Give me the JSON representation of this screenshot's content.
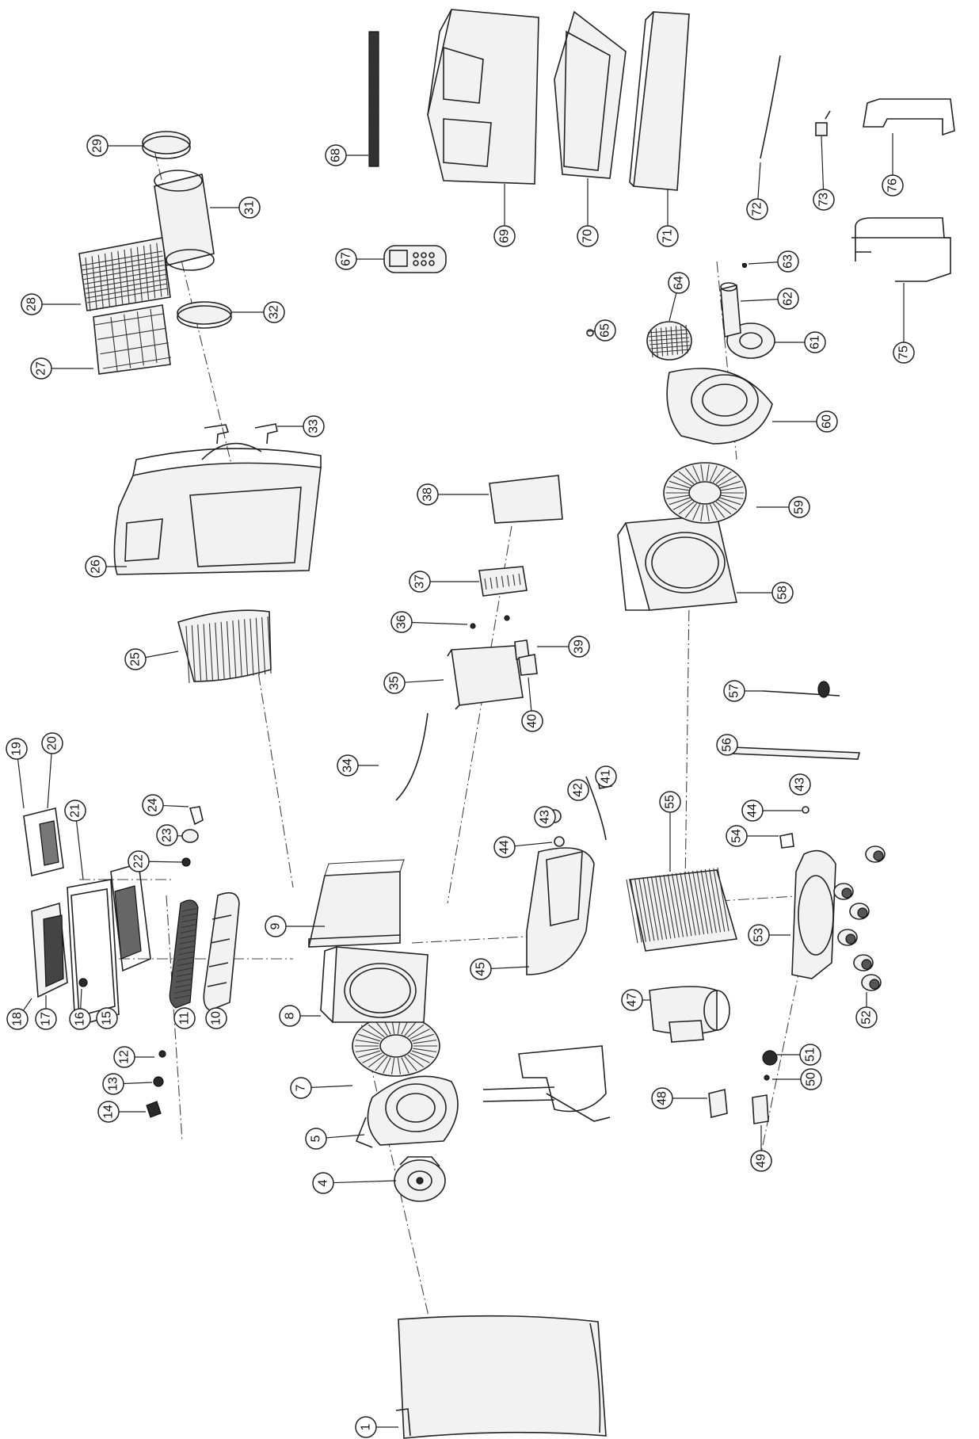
{
  "diagram": {
    "callouts": [
      {
        "id": "1",
        "label": "1"
      },
      {
        "id": "4",
        "label": "4"
      },
      {
        "id": "5",
        "label": "5"
      },
      {
        "id": "7",
        "label": "7"
      },
      {
        "id": "8",
        "label": "8"
      },
      {
        "id": "9",
        "label": "9"
      },
      {
        "id": "10",
        "label": "10"
      },
      {
        "id": "11",
        "label": "11"
      },
      {
        "id": "12",
        "label": "12"
      },
      {
        "id": "13",
        "label": "13"
      },
      {
        "id": "14",
        "label": "14"
      },
      {
        "id": "15",
        "label": "15"
      },
      {
        "id": "16",
        "label": "16"
      },
      {
        "id": "17",
        "label": "17"
      },
      {
        "id": "18",
        "label": "18"
      },
      {
        "id": "19",
        "label": "19"
      },
      {
        "id": "20",
        "label": "20"
      },
      {
        "id": "21",
        "label": "21"
      },
      {
        "id": "22",
        "label": "22"
      },
      {
        "id": "23",
        "label": "23"
      },
      {
        "id": "24",
        "label": "24"
      },
      {
        "id": "25",
        "label": "25"
      },
      {
        "id": "26",
        "label": "26"
      },
      {
        "id": "27",
        "label": "27"
      },
      {
        "id": "28",
        "label": "28"
      },
      {
        "id": "29",
        "label": "29"
      },
      {
        "id": "31",
        "label": "31"
      },
      {
        "id": "32",
        "label": "32"
      },
      {
        "id": "33",
        "label": "33"
      },
      {
        "id": "34",
        "label": "34"
      },
      {
        "id": "35",
        "label": "35"
      },
      {
        "id": "36",
        "label": "36"
      },
      {
        "id": "37",
        "label": "37"
      },
      {
        "id": "38",
        "label": "38"
      },
      {
        "id": "39",
        "label": "39"
      },
      {
        "id": "40",
        "label": "40"
      },
      {
        "id": "41",
        "label": "41"
      },
      {
        "id": "42",
        "label": "42"
      },
      {
        "id": "43a",
        "label": "43"
      },
      {
        "id": "44a",
        "label": "44"
      },
      {
        "id": "43b",
        "label": "43"
      },
      {
        "id": "44b",
        "label": "44"
      },
      {
        "id": "45",
        "label": "45"
      },
      {
        "id": "47",
        "label": "47"
      },
      {
        "id": "48",
        "label": "48"
      },
      {
        "id": "49",
        "label": "49"
      },
      {
        "id": "50",
        "label": "50"
      },
      {
        "id": "51",
        "label": "51"
      },
      {
        "id": "52",
        "label": "52"
      },
      {
        "id": "53",
        "label": "53"
      },
      {
        "id": "54",
        "label": "54"
      },
      {
        "id": "55",
        "label": "55"
      },
      {
        "id": "56",
        "label": "56"
      },
      {
        "id": "57",
        "label": "57"
      },
      {
        "id": "58",
        "label": "58"
      },
      {
        "id": "59",
        "label": "59"
      },
      {
        "id": "60",
        "label": "60"
      },
      {
        "id": "61",
        "label": "61"
      },
      {
        "id": "62",
        "label": "62"
      },
      {
        "id": "63",
        "label": "63"
      },
      {
        "id": "64",
        "label": "64"
      },
      {
        "id": "65",
        "label": "65"
      },
      {
        "id": "67",
        "label": "67"
      },
      {
        "id": "68",
        "label": "68"
      },
      {
        "id": "69",
        "label": "69"
      },
      {
        "id": "70",
        "label": "70"
      },
      {
        "id": "71",
        "label": "71"
      },
      {
        "id": "72",
        "label": "72"
      },
      {
        "id": "73",
        "label": "73"
      },
      {
        "id": "75",
        "label": "75"
      },
      {
        "id": "76",
        "label": "76"
      }
    ]
  }
}
